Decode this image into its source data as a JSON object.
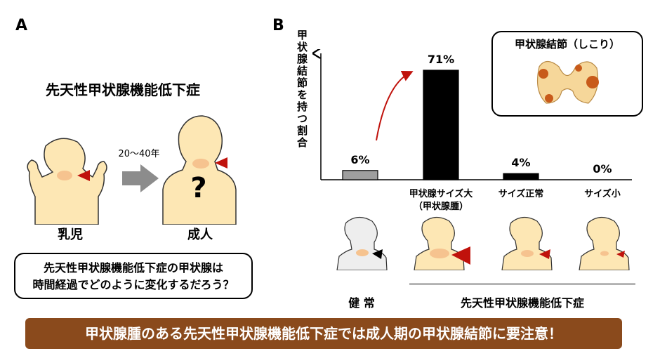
{
  "panel_a": {
    "letter": "A",
    "title": "先天性甲状腺機能低下症",
    "time_label": "20〜40年",
    "infant_label": "乳児",
    "adult_label": "成人",
    "question_mark": "?",
    "question_text_line1": "先天性甲状腺機能低下症の甲状腺は",
    "question_text_line2": "時間経過でどのように変化するだろう？"
  },
  "panel_b": {
    "letter": "B",
    "y_axis_label": "甲状腺結節を持つ割合",
    "inset_title": "甲状腺結節（しこり）",
    "group_healthy": "健 常",
    "group_ch": "先天性甲状腺機能低下症"
  },
  "chart_data": {
    "type": "bar",
    "categories": [
      "",
      "甲状腺サイズ大\n（甲状腺腫）",
      "サイズ正常",
      "サイズ小"
    ],
    "category_lines": [
      [
        ""
      ],
      [
        "甲状腺サイズ大",
        "（甲状腺腫）"
      ],
      [
        "サイズ正常"
      ],
      [
        "サイズ小"
      ]
    ],
    "values": [
      6,
      71,
      4,
      0
    ],
    "value_labels": [
      "6%",
      "71%",
      "4%",
      "0%"
    ],
    "bar_colors": [
      "#9e9e9e",
      "#000000",
      "#000000",
      "#000000"
    ],
    "ylim": [
      0,
      80
    ],
    "ylabel": "甲状腺結節を持つ割合"
  },
  "banner": {
    "text": "甲状腺腫のある先天性甲状腺機能低下症では成人期の甲状腺結節に要注意！",
    "bg_color": "#8a4a1c"
  },
  "colors": {
    "skin": "#fde7b4",
    "thyroid": "#f6c38f",
    "arrow_red": "#c0120c",
    "nodule": "#c85a1a",
    "healthy_skin": "#eeeeee"
  }
}
